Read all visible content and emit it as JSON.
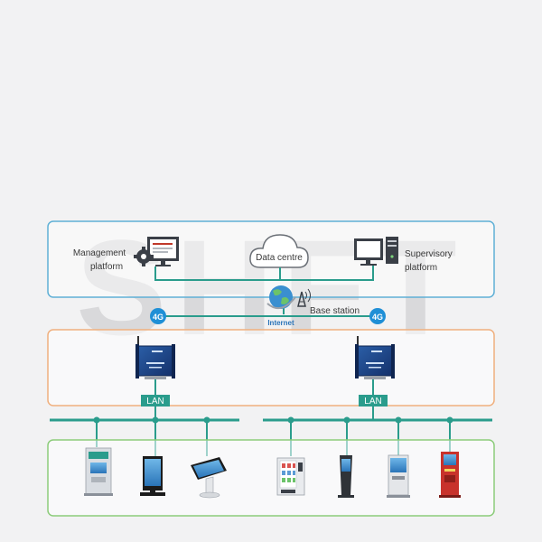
{
  "watermark": "SHFT",
  "cloud": {
    "management": [
      "Management",
      "platform"
    ],
    "data_centre": "Data centre",
    "supervisory": [
      "Supervisory",
      "platform"
    ]
  },
  "network": {
    "base_station": "Base station",
    "internet": "Internet",
    "badge_4g": "4G",
    "lan": "LAN"
  },
  "colors": {
    "teal": "#2a9c8c",
    "cloud_border": "#5fb0d6",
    "router_border": "#f0b07e",
    "terminal_border": "#8ccc7a",
    "badge_blue": "#1f8fd6",
    "background": "#f2f2f3"
  }
}
